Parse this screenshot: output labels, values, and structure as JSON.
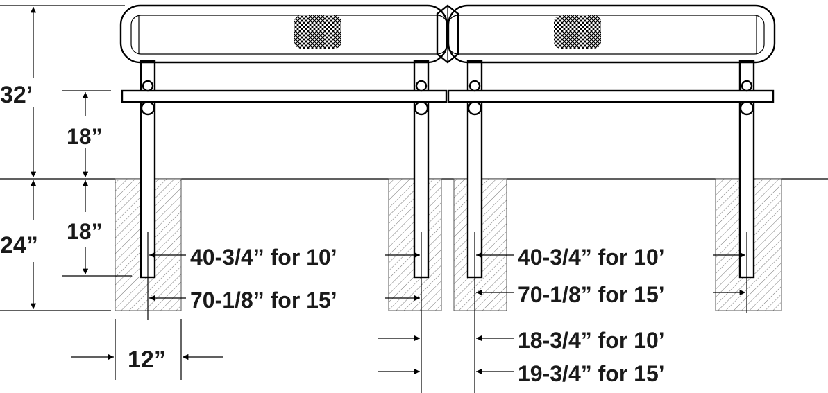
{
  "labels": {
    "overall_height": "32’",
    "upper_height": "18”",
    "lower_height": "18”",
    "embed_depth": "24”",
    "footing_width": "12”",
    "left_spacing_10": "40-3/4” for 10’",
    "left_spacing_15": "70-1/8” for 15’",
    "right_spacing_10": "40-3/4” for 10’",
    "right_spacing_15": "70-1/8” for 15’",
    "gap_10": "18-3/4” for 10’",
    "gap_15": "19-3/4” for 15’"
  },
  "colors": {
    "line": "#000000",
    "text": "#1a1a1a",
    "background": "#ffffff"
  }
}
